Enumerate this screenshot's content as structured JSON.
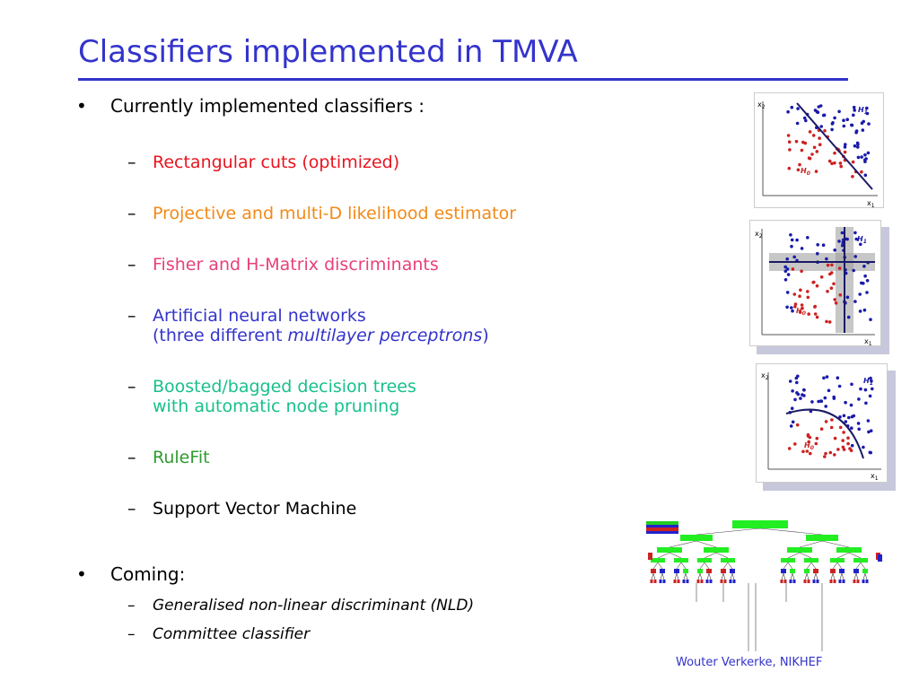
{
  "slide": {
    "title": "Classifiers implemented in TMVA",
    "bullets": {
      "current": "Currently implemented classifiers :",
      "coming": "Coming:"
    },
    "current_items": {
      "rect_cuts": "Rectangular cuts (optimized)",
      "likelihood": "Projective and multi-D likelihood estimator",
      "fisher": "Fisher and H-Matrix discriminants",
      "ann_line1": "Artificial neural networks",
      "ann_line2_pre": "(three different ",
      "ann_line2_italic": "multilayer perceptrons",
      "ann_line2_post": ")",
      "bdt_line1": "Boosted/bagged decision trees",
      "bdt_line2": "with automatic node pruning",
      "rulefit": "RuleFit",
      "svm": "Support Vector Machine"
    },
    "coming_items": {
      "nld": "Generalised non-linear discriminant (NLD)",
      "committee": "Committee classifier"
    },
    "footer": "Wouter Verkerke, NIKHEF"
  },
  "figures": {
    "axis_x": "x",
    "axis_x_sub": "1",
    "axis_y": "x",
    "axis_y_sub": "2",
    "h1": "H",
    "h1_sub": "1",
    "h0": "H",
    "h0_sub": "0"
  },
  "colors": {
    "title": "#3333cc",
    "rect_cuts": "#e8141e",
    "likelihood": "#f28a17",
    "fisher": "#e8407a",
    "ann": "#3333cc",
    "bdt": "#18c08c",
    "rulefit": "#2f9b2f",
    "signal_dots": "#1a1aaa",
    "background_dots": "#cc2222"
  }
}
